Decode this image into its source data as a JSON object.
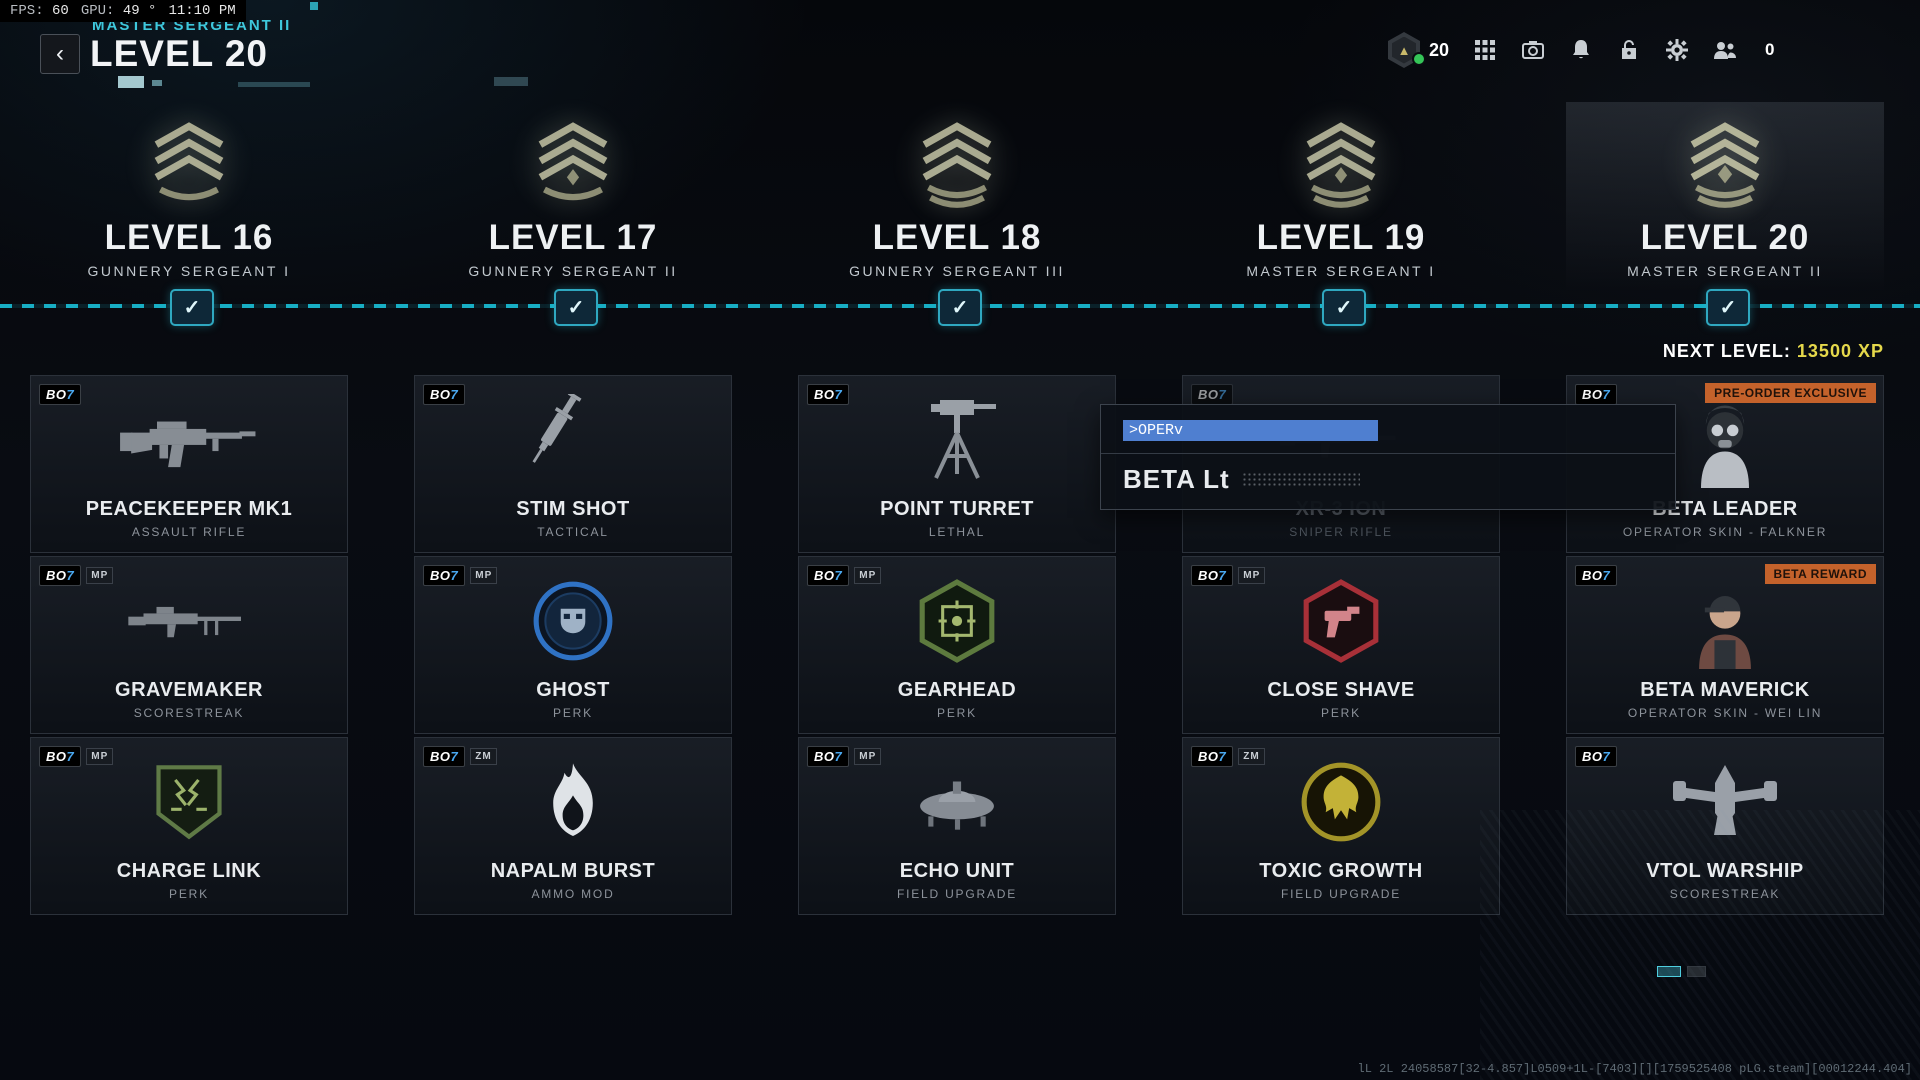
{
  "perf": {
    "fps_label": "FPS:",
    "fps": "60",
    "gpu_label": "GPU:",
    "gpu": "49 °",
    "time": "11:10 PM"
  },
  "header": {
    "back": "‹",
    "rank": "MASTER SERGEANT II",
    "level": "LEVEL 20"
  },
  "topbar": {
    "player_level": "20",
    "count": "0",
    "icons": [
      "apps",
      "capture",
      "notifications",
      "unlocks",
      "settings",
      "social"
    ]
  },
  "timeline": {
    "next_label": "NEXT LEVEL:",
    "next_xp": "13500",
    "next_suffix": "XP",
    "check": "✓",
    "levels": [
      {
        "level": "LEVEL 16",
        "rank": "GUNNERY SERGEANT I"
      },
      {
        "level": "LEVEL 17",
        "rank": "GUNNERY SERGEANT II"
      },
      {
        "level": "LEVEL 18",
        "rank": "GUNNERY SERGEANT III"
      },
      {
        "level": "LEVEL 19",
        "rank": "MASTER SERGEANT I"
      },
      {
        "level": "LEVEL 20",
        "rank": "MASTER SERGEANT II"
      }
    ]
  },
  "badge": {
    "bo": "BO",
    "seven": "7"
  },
  "tooltip": {
    "line1": ">OPERv",
    "line2": "BETA Lt"
  },
  "columns": [
    {
      "cards": [
        {
          "name": "PEACEKEEPER MK1",
          "type": "ASSAULT RIFLE",
          "tag": ""
        },
        {
          "name": "GRAVEMAKER",
          "type": "SCORESTREAK",
          "tag": "MP"
        },
        {
          "name": "CHARGE LINK",
          "type": "PERK",
          "tag": "MP"
        }
      ]
    },
    {
      "cards": [
        {
          "name": "STIM SHOT",
          "type": "TACTICAL",
          "tag": ""
        },
        {
          "name": "GHOST",
          "type": "PERK",
          "tag": "MP"
        },
        {
          "name": "NAPALM BURST",
          "type": "AMMO MOD",
          "tag": "ZM"
        }
      ]
    },
    {
      "cards": [
        {
          "name": "POINT TURRET",
          "type": "LETHAL",
          "tag": ""
        },
        {
          "name": "GEARHEAD",
          "type": "PERK",
          "tag": "MP"
        },
        {
          "name": "ECHO UNIT",
          "type": "FIELD UPGRADE",
          "tag": "MP"
        }
      ]
    },
    {
      "cards": [
        {
          "name": "XR-3 ION",
          "type": "SNIPER RIFLE",
          "tag": ""
        },
        {
          "name": "CLOSE SHAVE",
          "type": "PERK",
          "tag": "MP"
        },
        {
          "name": "TOXIC GROWTH",
          "type": "FIELD UPGRADE",
          "tag": "ZM"
        }
      ]
    },
    {
      "cards": [
        {
          "name": "BETA LEADER",
          "type": "OPERATOR SKIN - FALKNER",
          "tag": "",
          "banner": "PRE-ORDER EXCLUSIVE"
        },
        {
          "name": "BETA MAVERICK",
          "type": "OPERATOR SKIN - WEI LIN",
          "tag": "",
          "banner": "BETA REWARD"
        },
        {
          "name": "VTOL WARSHIP",
          "type": "SCORESTREAK",
          "tag": ""
        }
      ]
    }
  ],
  "footer": {
    "debug": "lL 2L 24058587[32-4.857]L0509+1L-[7403][][1759525408 pLG.steam][00012244.404]"
  },
  "colors": {
    "accent": "#2fd4e6",
    "xp": "#e5d84b",
    "banner": "#c4622b"
  }
}
